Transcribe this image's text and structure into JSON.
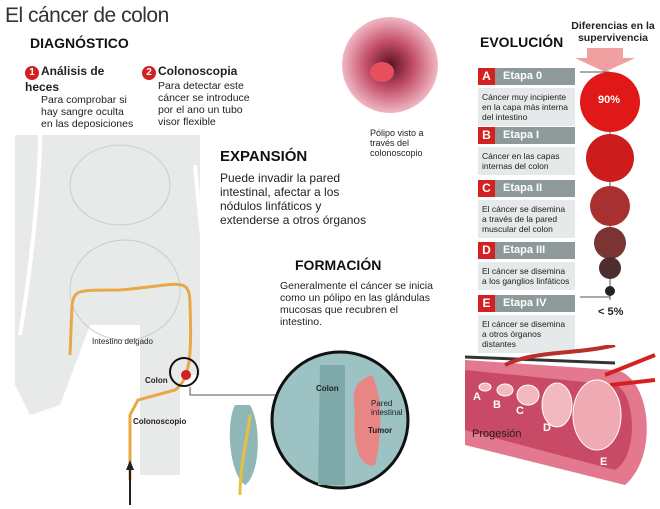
{
  "title": "El cáncer de colon",
  "diagnostico": {
    "heading": "DIAGNÓSTICO",
    "items": [
      {
        "number": "1",
        "title": "Análisis de heces",
        "text": "Para comprobar si hay sangre oculta en las deposiciones"
      },
      {
        "number": "2",
        "title": "Colonoscopia",
        "text": "Para detectar este cáncer se introduce por el ano un tubo visor flexible"
      }
    ]
  },
  "polipo_caption": "Pólipo visto a través del colonoscopio",
  "expansion": {
    "heading": "EXPANSIÓN",
    "text": "Puede invadir la pared intestinal, afectar a los nódulos linfáticos y extenderse a otros órganos"
  },
  "formacion": {
    "heading": "FORMACIÓN",
    "text": "Generalmente el cáncer se inicia como un pólipo en las glándulas mucosas que recubren el intestino."
  },
  "body_labels": {
    "intestino": "Intestino delgado",
    "colon": "Colon",
    "colonoscopio": "Colonoscopio"
  },
  "zoom_labels": {
    "colon": "Colon",
    "pared": "Pared intestinal",
    "tumor": "Tumor"
  },
  "evolucion": {
    "heading": "EVOLUCIÓN",
    "survival_heading": "Diferencias en la supervivencia",
    "top_value": "90%",
    "bottom_value": "< 5%",
    "stages": [
      {
        "letter": "A",
        "label": "Etapa 0",
        "text": "Cáncer muy incipiente en la capa más interna del intestino"
      },
      {
        "letter": "B",
        "label": "Etapa I",
        "text": "Cáncer en las capas internas del colon"
      },
      {
        "letter": "C",
        "label": "Etapa II",
        "text": "El cáncer se disemina a través de la pared muscular del colon"
      },
      {
        "letter": "D",
        "label": "Etapa III",
        "text": "El cáncer se disemina a los ganglios linfáticos"
      },
      {
        "letter": "E",
        "label": "Etapa IV",
        "text": "El cáncer se disemina a otros órganos distantes"
      }
    ],
    "circle_colors": [
      "#e01818",
      "#cc1c1c",
      "#a83030",
      "#7a3434",
      "#4d2d2d",
      "#222222"
    ]
  },
  "progresion": {
    "label": "Progesión",
    "letters": [
      "A",
      "B",
      "C",
      "D",
      "E"
    ]
  },
  "colors": {
    "accent": "#d42020",
    "stage_bar": "#8e9a9a",
    "scope": "#f0b050"
  }
}
